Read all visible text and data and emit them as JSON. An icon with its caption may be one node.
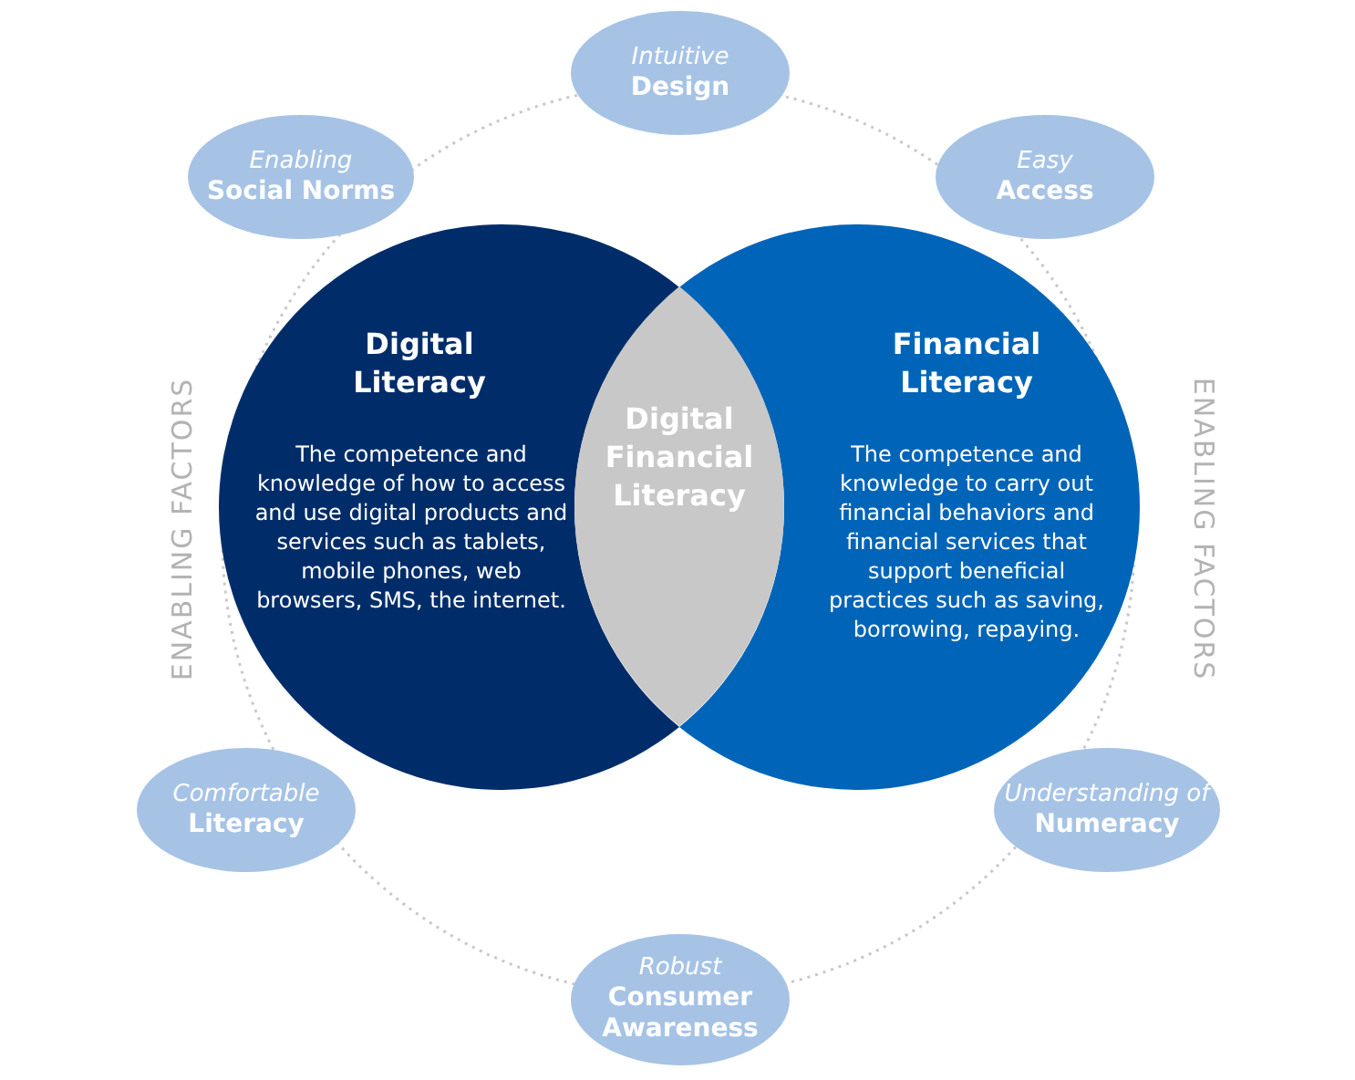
{
  "diagram": {
    "nodes": [
      {
        "text": [
          "Intuitive",
          "Design"
        ]
      },
      {
        "text": [
          "Enabling",
          "Social Norms"
        ]
      },
      {
        "text": [
          "Easy",
          "Access"
        ]
      },
      {
        "text": [
          "Digital Literacy",
          "The competence and knowledge of how to access and use digital products and services such as tablets, mobile phones, web browsers, SMS, the internet."
        ]
      },
      {
        "text": [
          "Digital Financial Literacy"
        ]
      },
      {
        "text": [
          "Financial Literacy",
          "The competence and knowledge to carry out financial behaviors and financial services that support beneficial practices such as saving, borrowing, repaying."
        ]
      },
      {
        "text": [
          "Comfortable",
          "Literacy"
        ]
      },
      {
        "text": [
          "Understanding of",
          "Numeracy"
        ]
      },
      {
        "text": [
          "Robust",
          "Consumer Awareness"
        ]
      }
    ],
    "labels": [
      "ENABLING FACTORS",
      "ENABLING FACTORS"
    ]
  }
}
